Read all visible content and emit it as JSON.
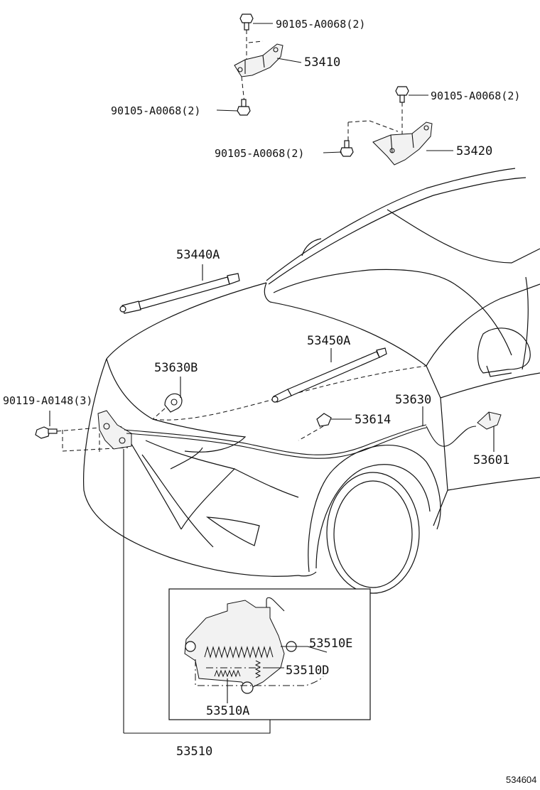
{
  "callouts": {
    "bolt_top_upper": "90105-A0068(2)",
    "hinge_lh": "53410",
    "bolt_top_lower": "90105-A0068(2)",
    "bolt_right_upper": "90105-A0068(2)",
    "bolt_right_lower": "90105-A0068(2)",
    "hinge_rh": "53420",
    "support_lh": "53440A",
    "support_rh": "53450A",
    "clamp": "53630B",
    "bolt_lock": "90119-A0148(3)",
    "cable": "53630",
    "clip": "53614",
    "lever": "53601",
    "spring_e": "53510E",
    "spring_d": "53510D",
    "spring_a": "53510A",
    "lock_assy": "53510"
  },
  "diagram_ref": "534604",
  "icons": {
    "bolt": "hex-bolt-icon",
    "hinge": "hood-hinge-icon",
    "gas_strut": "gas-strut-icon",
    "clip": "push-clip-icon",
    "lever": "release-lever-icon"
  }
}
